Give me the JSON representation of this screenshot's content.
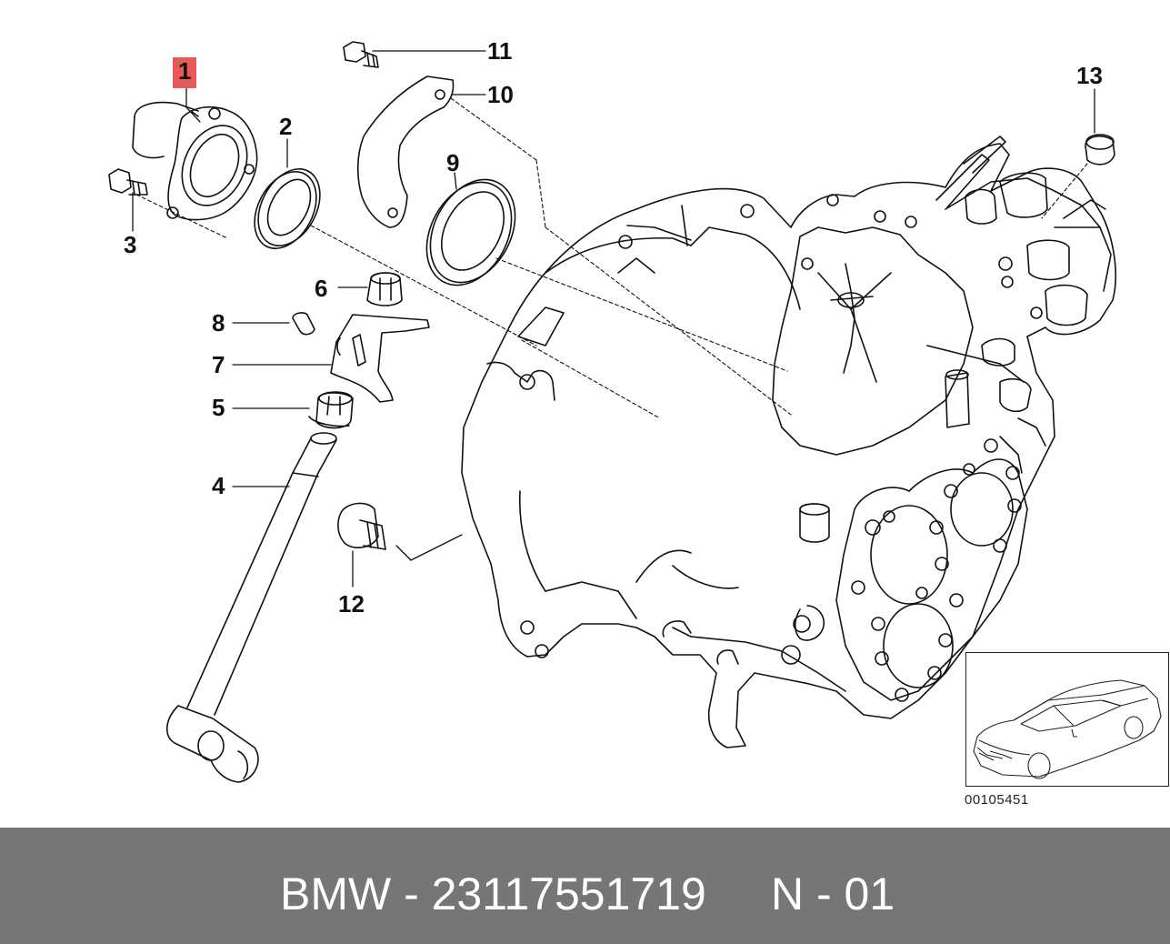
{
  "diagram": {
    "callouts": [
      {
        "id": "1",
        "label": "1",
        "highlighted": true
      },
      {
        "id": "2",
        "label": "2"
      },
      {
        "id": "3",
        "label": "3"
      },
      {
        "id": "4",
        "label": "4"
      },
      {
        "id": "5",
        "label": "5"
      },
      {
        "id": "6",
        "label": "6"
      },
      {
        "id": "7",
        "label": "7"
      },
      {
        "id": "8",
        "label": "8"
      },
      {
        "id": "9",
        "label": "9"
      },
      {
        "id": "10",
        "label": "10"
      },
      {
        "id": "11",
        "label": "11"
      },
      {
        "id": "12",
        "label": "12"
      },
      {
        "id": "13",
        "label": "13"
      }
    ],
    "highlight_color": "#e8595a",
    "reference_code": "00105451"
  },
  "footer": {
    "background_color": "#767676",
    "text_color": "#ffffff",
    "brand_part": "BMW - 23117551719",
    "page_ref": "N - 01"
  }
}
